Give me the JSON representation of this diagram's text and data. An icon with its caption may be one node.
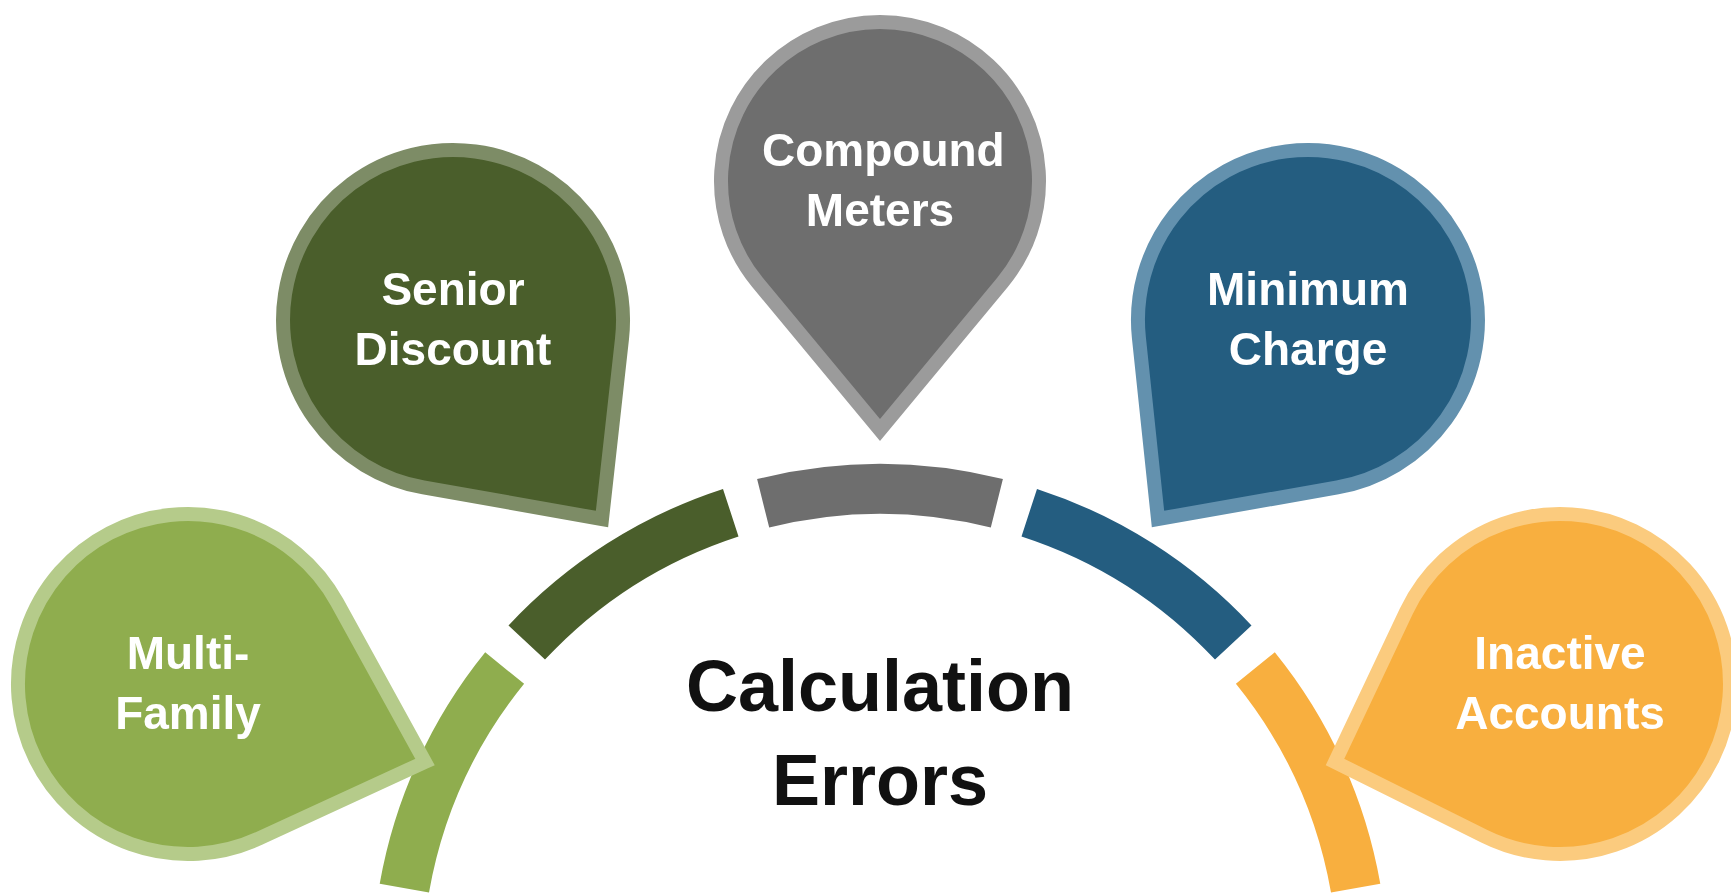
{
  "diagram": {
    "nodes": [
      {
        "text": [
          "Compound Meters"
        ]
      },
      {
        "text": [
          "Senior Discount"
        ]
      },
      {
        "text": [
          "Minimum Charge"
        ]
      },
      {
        "text": [
          "Multi-Family"
        ]
      },
      {
        "text": [
          "Inactive Accounts"
        ]
      },
      {
        "text": [
          "Calculation Errors"
        ]
      }
    ]
  }
}
